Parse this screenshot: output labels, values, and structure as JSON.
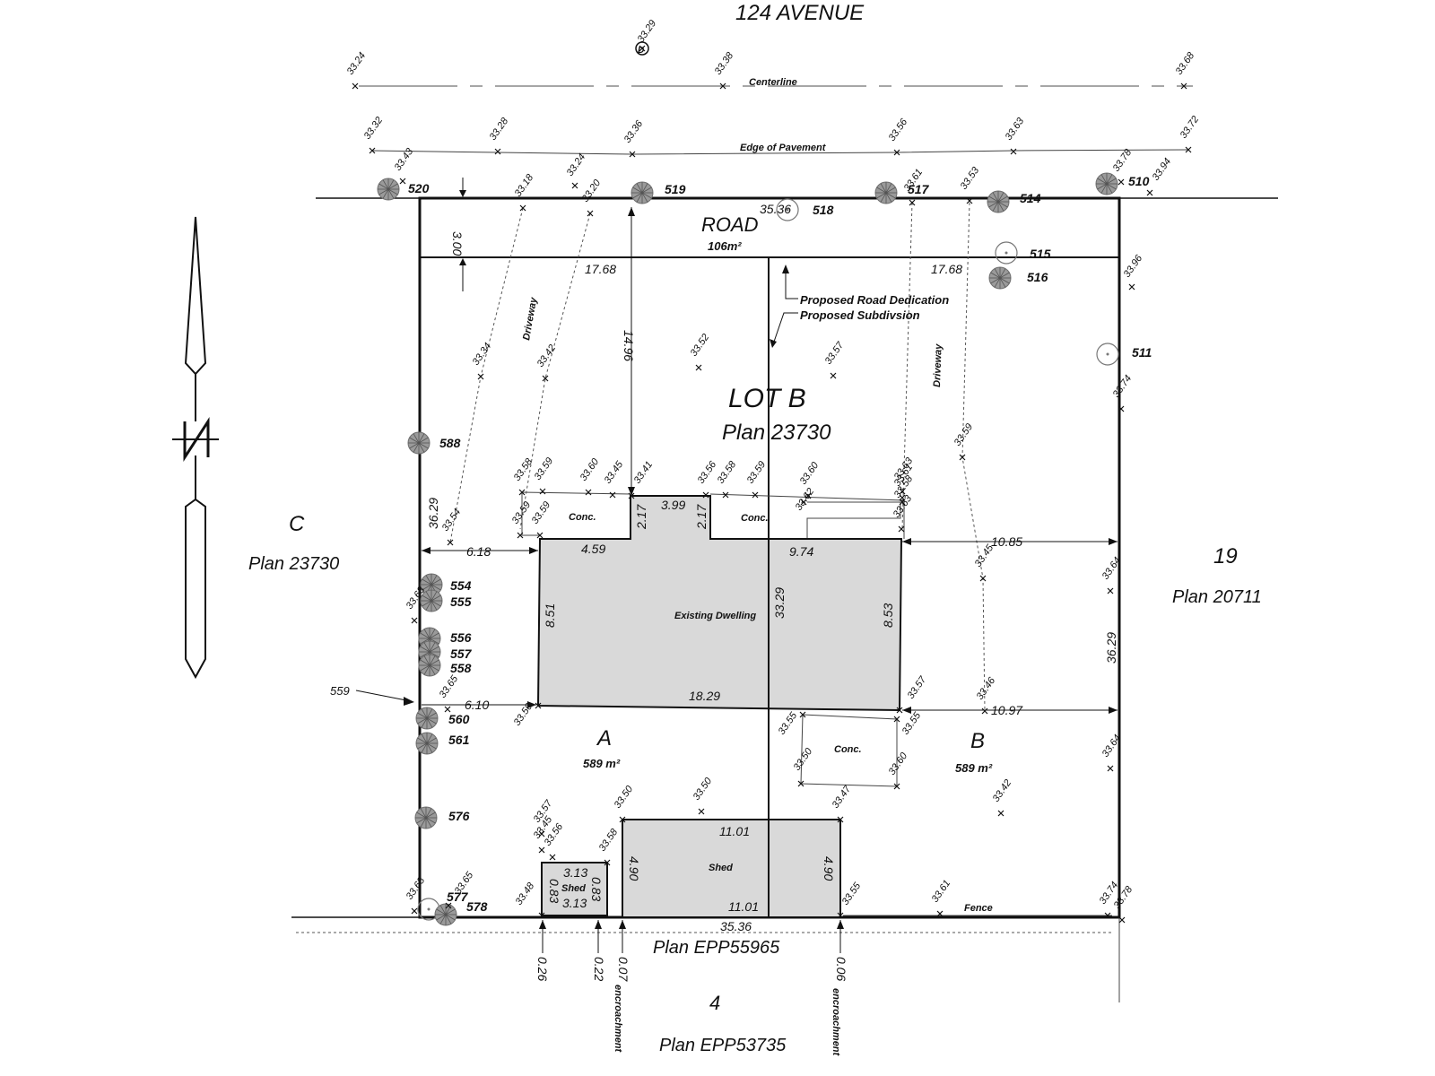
{
  "street_name": "124 AVENUE",
  "centerline_label": "Centerline",
  "edge_pavement_label": "Edge of Pavement",
  "road": {
    "title": "ROAD",
    "area": "106m²",
    "width": "3.00"
  },
  "proposed": {
    "road_dedication": "Proposed Road Dedication",
    "subdivision": "Proposed Subdivsion"
  },
  "lot_main": {
    "title": "LOT B",
    "plan": "Plan 23730"
  },
  "lot_a": {
    "label": "A",
    "area": "589 m²"
  },
  "lot_b": {
    "label": "B",
    "area": "589 m²"
  },
  "neighbors": {
    "west": {
      "label": "C",
      "plan": "Plan 23730"
    },
    "east": {
      "label": "19",
      "plan": "Plan 20711"
    },
    "south": {
      "label": "4",
      "plan": "Plan EPP53735"
    },
    "south_line": "Plan EPP55965"
  },
  "structures": {
    "dwelling": "Existing Dwelling",
    "shed_large": "Shed",
    "shed_small": "Shed",
    "concrete": "Conc.",
    "driveway": "Driveway",
    "fence": "Fence"
  },
  "dimensions": {
    "road_left": "17.68",
    "road_right": "17.68",
    "depth_center": "14.96",
    "side_left": "36.29",
    "side_right": "36.29",
    "setback_left_top": "6.18",
    "setback_right_top": "10.85",
    "setback_left_bottom": "6.10",
    "setback_right_bottom": "10.97",
    "dw_top_left": "4.59",
    "dw_notch": "3.99",
    "dw_notch_h1": "2.17",
    "dw_notch_h2": "2.17",
    "dw_top_right": "9.74",
    "dw_left": "8.51",
    "dw_right": "8.53",
    "dw_bottom": "18.29",
    "lot_line_center": "33.29",
    "shed_top": "11.01",
    "shed_bottom": "11.01",
    "shed_left": "4.90",
    "shed_right": "4.90",
    "small_shed_top": "3.13",
    "small_shed_bottom": "3.13",
    "small_shed_left": "0.83",
    "small_shed_right": "0.83",
    "rear_line": "35.36",
    "front_elev": "35.36",
    "enc_1": "0.26",
    "enc_2": "0.22",
    "enc_3": "0.07",
    "enc_4": "0.06",
    "encroachment": "encroachment",
    "callout_559": "559"
  },
  "trees": [
    "520",
    "519",
    "517",
    "514",
    "510",
    "518",
    "515",
    "516",
    "511",
    "588",
    "554",
    "555",
    "556",
    "557",
    "558",
    "560",
    "561",
    "576",
    "577",
    "578"
  ],
  "elevations": {
    "e1": "33.29",
    "e2": "33.24",
    "e3": "33.38",
    "e4": "33.68",
    "e5": "33.32",
    "e6": "33.28",
    "e7": "33.36",
    "e8": "33.56",
    "e9": "33.63",
    "e10": "33.72",
    "e11": "33.43",
    "e12": "33.18",
    "e13": "33.24",
    "e14": "33.20",
    "e15": "33.61",
    "e16": "33.53",
    "e17": "33.78",
    "e18": "33.94",
    "e19": "33.96",
    "e20": "33.52",
    "e21": "33.57",
    "e22": "33.74",
    "e23": "33.34",
    "e24": "33.42",
    "e25": "33.59",
    "e26": "33.58",
    "e27": "33.59",
    "e28": "33.60",
    "e29": "33.45",
    "e30": "33.41",
    "e31": "33.56",
    "e32": "33.58",
    "e33": "33.59",
    "e34": "33.60",
    "e35": "33.62",
    "e36": "33.63",
    "e37": "33.61",
    "e38": "33.58",
    "e39": "33.63",
    "e40": "33.54",
    "e41": "33.59",
    "e42": "33.59",
    "e43": "33.45",
    "e44": "33.64",
    "e45": "33.63",
    "e46": "33.65",
    "e47": "33.50",
    "e48": "33.57",
    "e49": "33.46",
    "e50": "33.55",
    "e51": "33.55",
    "e52": "33.50",
    "e53": "33.60",
    "e54": "33.64",
    "e55": "33.42",
    "e56": "33.50",
    "e57": "33.50",
    "e58": "33.47",
    "e59": "33.57",
    "e60": "33.45",
    "e61": "33.56",
    "e62": "33.58",
    "e63": "33.68",
    "e64": "33.65",
    "e65": "33.48",
    "e66": "33.55",
    "e67": "33.61",
    "e68": "33.74",
    "e69": "33.78"
  }
}
